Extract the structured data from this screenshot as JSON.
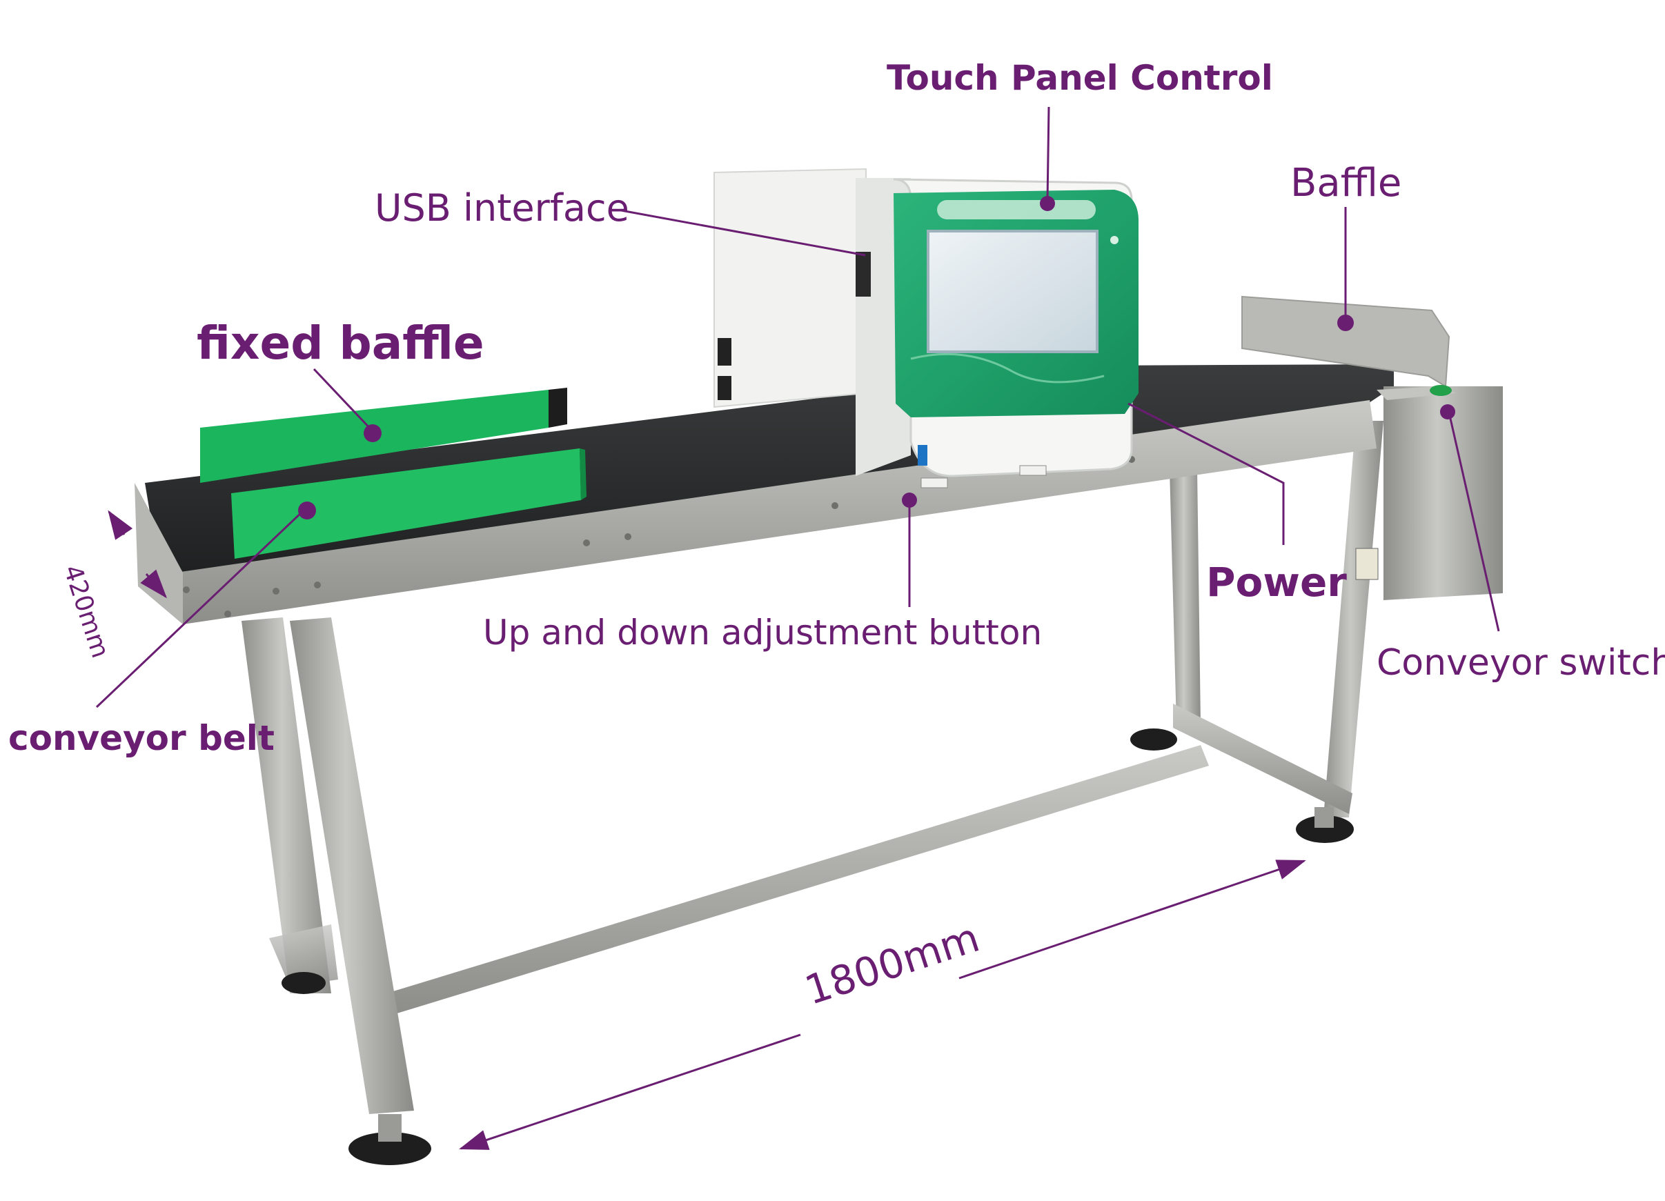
{
  "labels": {
    "touch_panel": "Touch Panel Control",
    "usb": "USB interface",
    "baffle": "Baffle",
    "fixed_baffle": "fixed baffle",
    "power": "Power",
    "adjust_button": "Up and down adjustment button",
    "conveyor_switch": "Conveyor switch",
    "conveyor_belt": "conveyor belt",
    "width": "420mm",
    "length": "1800mm"
  },
  "colors": {
    "annotation": "#6a1e72",
    "panel_green": "#1fa06a",
    "baffle_green": "#19b35c",
    "steel": "#a9aaa5",
    "belt": "#2b2d2e",
    "housing": "#f1f2f0"
  }
}
